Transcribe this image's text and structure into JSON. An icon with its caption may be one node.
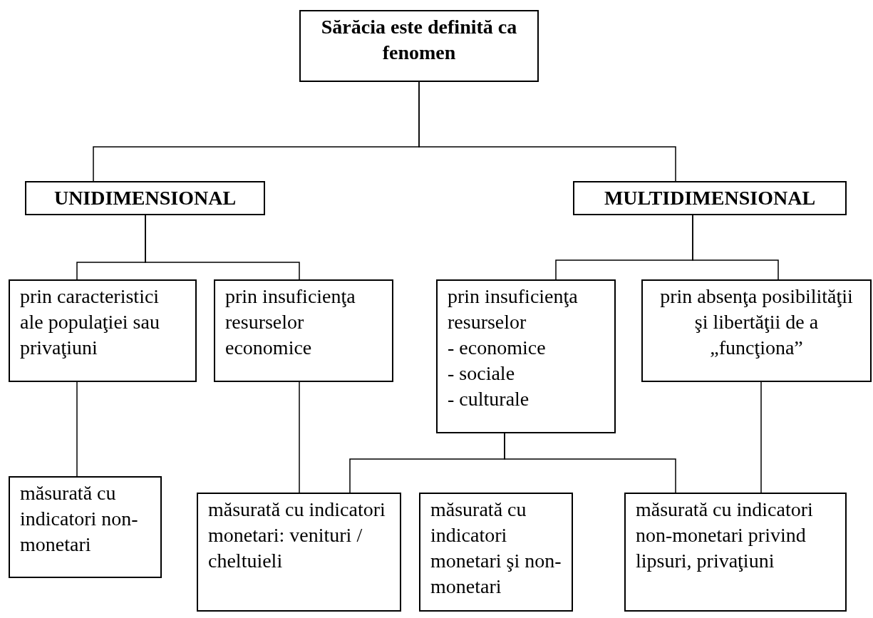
{
  "diagram": {
    "nodes": [
      {
        "text": [
          "Sărăcia este definită ca fenomen"
        ]
      },
      {
        "text": [
          "UNIDIMENSIONAL"
        ]
      },
      {
        "text": [
          "MULTIDIMENSIONAL"
        ]
      },
      {
        "text": [
          "prin caracteristici ale populaţiei sau privaţiuni"
        ]
      },
      {
        "text": [
          "prin insuficienţa resurselor economice"
        ]
      },
      {
        "text": [
          "prin insuficienţa resurselor",
          "- economice",
          "- sociale",
          "- culturale"
        ]
      },
      {
        "text": [
          "prin absenţa posibilităţii şi libertăţii de a „funcţiona”"
        ]
      },
      {
        "text": [
          "măsurată cu indicatori non-monetari"
        ]
      },
      {
        "text": [
          "măsurată cu indicatori monetari: venituri / cheltuieli"
        ]
      },
      {
        "text": [
          "măsurată cu indicatori monetari şi non-monetari"
        ]
      },
      {
        "text": [
          "măsurată cu indicatori non-monetari privind lipsuri, privaţiuni"
        ]
      }
    ],
    "edges": [
      {
        "from": 0,
        "to": 1,
        "arrow": "none"
      },
      {
        "from": 0,
        "to": 2,
        "arrow": "none"
      },
      {
        "from": 1,
        "to": 3,
        "arrow": "none"
      },
      {
        "from": 1,
        "to": 4,
        "arrow": "none"
      },
      {
        "from": 2,
        "to": 5,
        "arrow": "none"
      },
      {
        "from": 2,
        "to": 6,
        "arrow": "none"
      },
      {
        "from": 3,
        "to": 7,
        "arrow": "none"
      },
      {
        "from": 4,
        "to": 8,
        "arrow": "none"
      },
      {
        "from": 5,
        "to": 8,
        "arrow": "none"
      },
      {
        "from": 5,
        "to": 10,
        "arrow": "none"
      },
      {
        "from": 6,
        "to": 10,
        "arrow": "none"
      }
    ]
  }
}
